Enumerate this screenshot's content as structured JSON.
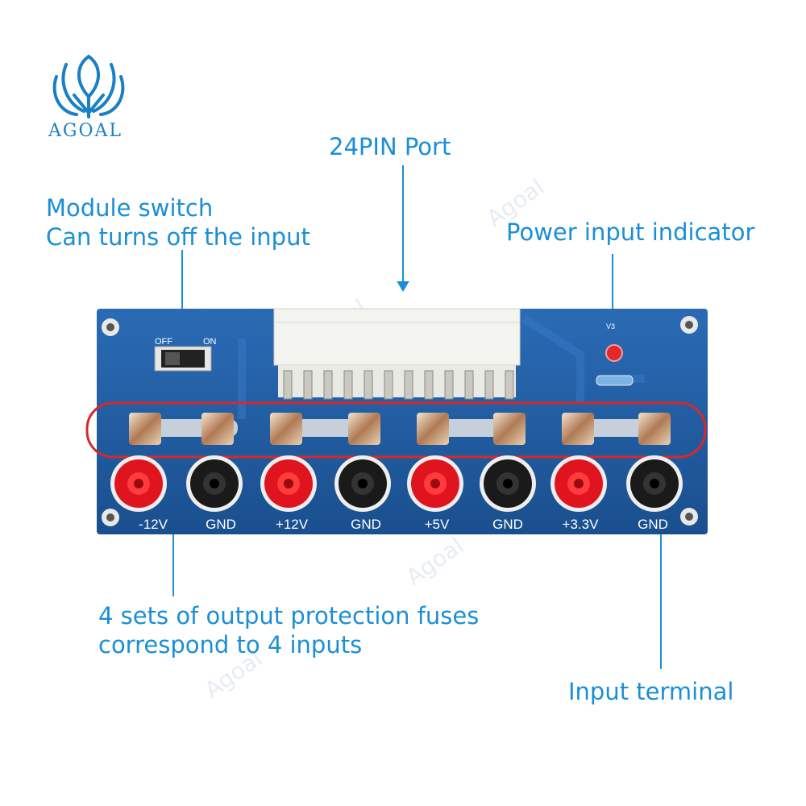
{
  "logo": {
    "text": "AGOAL"
  },
  "watermark": "Agoal",
  "callouts": {
    "port_24pin": "24PIN Port",
    "module_switch_line1": "Module switch",
    "module_switch_line2": "Can turns off the input",
    "power_indicator": "Power input indicator",
    "fuses_line1": "4 sets of output protection fuses",
    "fuses_line2": "correspond to 4 inputs",
    "input_terminal": "Input terminal"
  },
  "board": {
    "switch_off": "OFF",
    "switch_on": "ON",
    "led_label": "V3",
    "terminals": [
      "-12V",
      "GND",
      "+12V",
      "GND",
      "+5V",
      "GND",
      "+3.3V",
      "GND"
    ]
  },
  "colors": {
    "callout_text": "#1a8fd6",
    "board": "#1f5fa8",
    "fuse_highlight": "#d42a2a",
    "red_terminal": "#e0141e",
    "black_terminal": "#1a1a1a"
  }
}
